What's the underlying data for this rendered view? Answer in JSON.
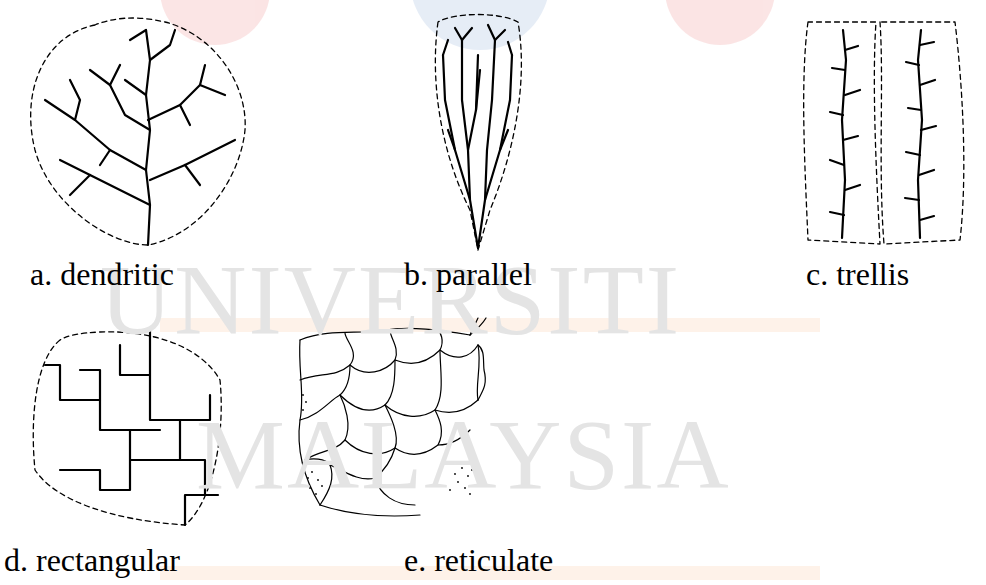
{
  "diagram": {
    "labels": [
      "UNIVERSITI",
      "MALAYSIA",
      "a. dendritic",
      "b. parallel",
      "c. trellis",
      "d. rectangular",
      "e. reticulate"
    ]
  }
}
